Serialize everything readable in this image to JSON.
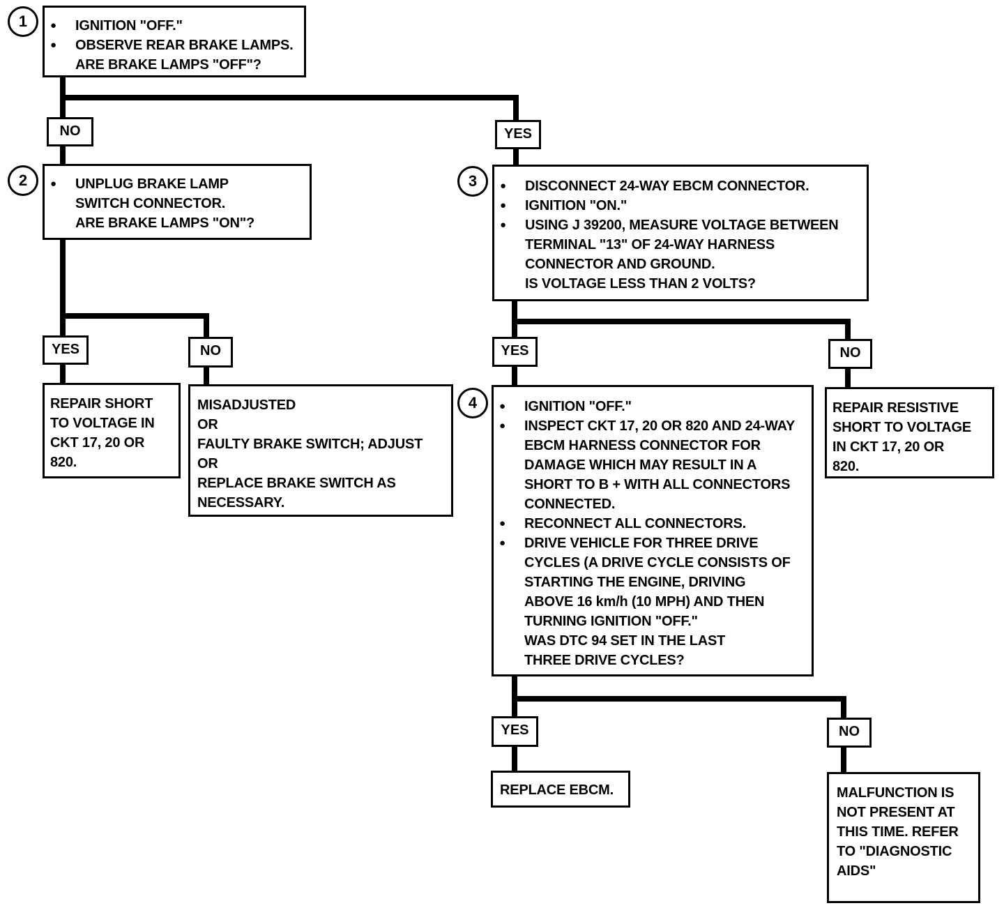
{
  "steps": [
    {
      "number": "1",
      "bullets": [
        "IGNITION \"OFF.\"",
        "OBSERVE REAR BRAKE LAMPS."
      ],
      "question": "ARE BRAKE LAMPS \"OFF\"?"
    },
    {
      "number": "2",
      "bullets": [
        "UNPLUG BRAKE LAMP SWITCH CONNECTOR."
      ],
      "question": "ARE BRAKE LAMPS \"ON\"?"
    },
    {
      "number": "3",
      "bullets": [
        "DISCONNECT 24-WAY EBCM CONNECTOR.",
        "IGNITION \"ON.\"",
        "USING J 39200, MEASURE VOLTAGE BETWEEN TERMINAL \"13\" OF 24-WAY HARNESS CONNECTOR AND GROUND."
      ],
      "question": "IS VOLTAGE LESS THAN 2 VOLTS?"
    },
    {
      "number": "4",
      "bullets": [
        "IGNITION \"OFF.\"",
        "INSPECT CKT 17, 20 OR 820 AND 24-WAY EBCM HARNESS CONNECTOR FOR DAMAGE WHICH MAY RESULT IN A SHORT TO B + WITH ALL CONNECTORS CONNECTED.",
        "RECONNECT ALL CONNECTORS.",
        "DRIVE VEHICLE FOR THREE DRIVE CYCLES (A DRIVE CYCLE CONSISTS OF STARTING THE ENGINE, DRIVING ABOVE 16 km/h (10 MPH) AND THEN TURNING IGNITION \"OFF.\""
      ],
      "question": "WAS DTC 94 SET IN THE LAST THREE DRIVE CYCLES?"
    }
  ],
  "labels": {
    "s1_no": "NO",
    "s1_yes": "YES",
    "s2_yes": "YES",
    "s2_no": "NO",
    "s3_yes": "YES",
    "s3_no": "NO",
    "s4_yes": "YES",
    "s4_no": "NO"
  },
  "results": {
    "repair_short": "REPAIR SHORT\nTO VOLTAGE IN\nCKT 17, 20 OR\n820.",
    "brake_switch": "MISADJUSTED\nOR\nFAULTY BRAKE SWITCH; ADJUST\nOR\nREPLACE BRAKE SWITCH AS\nNECESSARY.",
    "repair_resistive": "REPAIR RESISTIVE\nSHORT TO VOLTAGE\nIN CKT 17, 20 OR\n820.",
    "replace_ebcm": "REPLACE EBCM.",
    "malfunction": "MALFUNCTION IS\nNOT PRESENT AT\nTHIS TIME.  REFER\nTO \"DIAGNOSTIC\nAIDS\""
  }
}
